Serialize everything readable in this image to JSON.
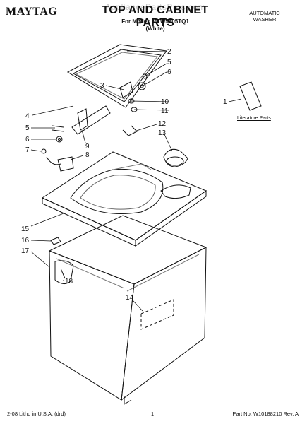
{
  "header": {
    "brand": "MAYTAG",
    "watermark": "AppliancePartsPros.com",
    "title": "TOP AND CABINET PARTS",
    "model_line": "For Model: MTW5605TQ1",
    "color_line": "(White)",
    "product_line1": "AUTOMATIC",
    "product_line2": "WASHER"
  },
  "callouts": [
    "2",
    "5",
    "6",
    "3",
    "4",
    "10",
    "11",
    "5",
    "12",
    "13",
    "6",
    "9",
    "7",
    "8",
    "1",
    "15",
    "16",
    "17",
    "18",
    "14"
  ],
  "literature_label": "Literature Parts",
  "footer": {
    "left": "2-08 Litho in U.S.A. (drd)",
    "center": "1",
    "right": "Part No. W10188210 Rev. A"
  }
}
